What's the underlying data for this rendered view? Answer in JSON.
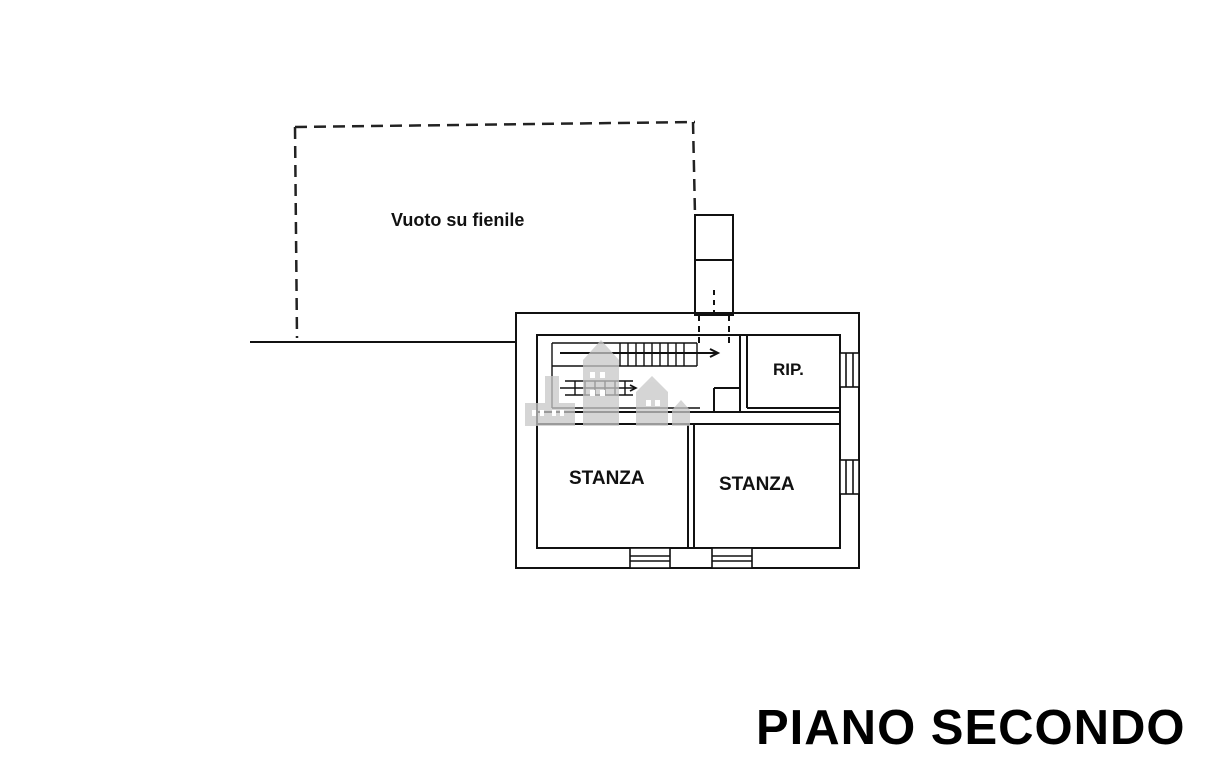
{
  "plan": {
    "void_label": "Vuoto su fienile",
    "storage_label": "RIP.",
    "room_left_label": "STANZA",
    "room_right_label": "STANZA"
  },
  "title": "PIANO SECONDO",
  "icons": {
    "watermark": "building-watermark-icon",
    "stairs": "staircase-icon"
  },
  "colors": {
    "ink": "#111111",
    "watermark": "#c8c8c8",
    "background": "#ffffff"
  }
}
